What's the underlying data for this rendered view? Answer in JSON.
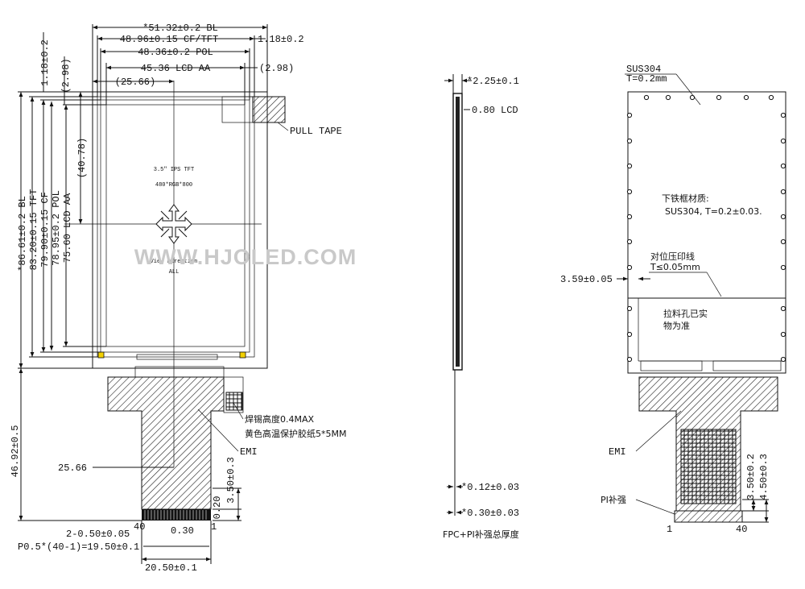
{
  "watermark": "WWW.HJOLED.COM",
  "front": {
    "dims_top": {
      "bl": "*51.32±0.2 BL",
      "cf_tft": "48.96±0.15 CF/TFT",
      "cf_tft_right": "1.18±0.2",
      "pol": "48.36±0.2 POL",
      "lcd_aa": "45.36 LCD AA",
      "aa_right": "(2.98)",
      "center_offset": "(25.66)"
    },
    "dims_left": {
      "top_offset": "1.18±0.2",
      "top_offset2": "(2.98)",
      "bl": "*86.61±0.2 BL",
      "tft": "83.20±0.15 TFT",
      "cf": "79.90±0.15 CF",
      "pol": "78.95±0.2 POL",
      "lcd_aa": "75.60 LCD AA",
      "center_offset": "(40.78)",
      "fpc_length": "46.92±0.5"
    },
    "panel_text": {
      "line1": "3.5\" IPS TFT",
      "line2": "480*RGB*800",
      "view1": "View Direction",
      "view2": "ALL"
    },
    "labels": {
      "pull_tape": "PULL TAPE",
      "solder": "焊锡高度0.4MAX",
      "tape": "黄色高温保护胶纸5*5MM",
      "emi": "EMI"
    },
    "dims_bottom": {
      "fpc_center": "25.66",
      "pin_first": "40",
      "pin_last": "1",
      "pin_gap": "0.30",
      "pad_width": "2-0.50±0.05",
      "pitch": "P0.5*(40-1)=19.50±0.1",
      "fpc_width": "20.50±0.1",
      "dim_020": "0.20",
      "dim_350": "3.50±0.3"
    }
  },
  "side": {
    "top": "*2.25±0.1",
    "lcd": "0.80 LCD",
    "fpc": "*0.12±0.03",
    "pi": "*0.30±0.03",
    "caption": "FPC+PI补强总厚度"
  },
  "back": {
    "material": "SUS304",
    "thickness": "T=0.2mm",
    "frame_title": "下铁框材质:",
    "frame_spec": "SUS304, T=0.2±0.03.",
    "align_title": "对位压印线",
    "align_spec": "T≤0.05mm",
    "align_offset": "3.59±0.05",
    "hole_note1": "拉料孔已实",
    "hole_note2": "物为准",
    "emi": "EMI",
    "pi": "PI补强",
    "pin_first": "1",
    "pin_last": "40",
    "dim_350": "3.50±0.2",
    "dim_450": "4.50±0.3"
  }
}
